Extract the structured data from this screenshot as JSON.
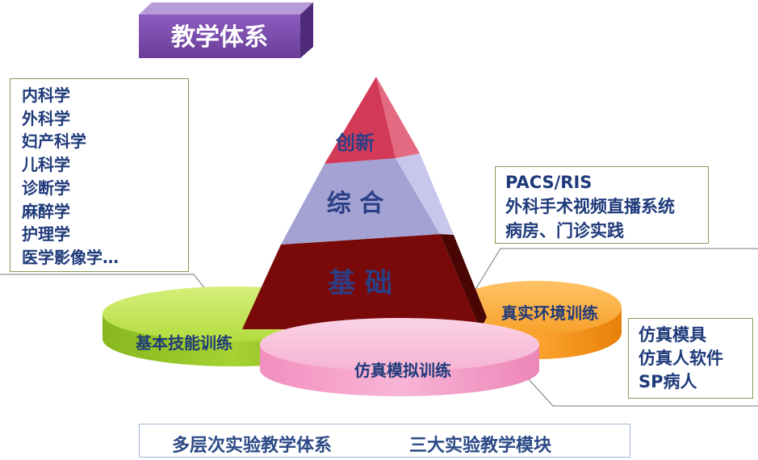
{
  "title": "教学体系",
  "pyramid": {
    "top": "创新",
    "middle": "综 合",
    "bottom": "基 础"
  },
  "modules": {
    "basic": "基本技能训练",
    "simulation": "仿真模拟训练",
    "real": "真实环境训练"
  },
  "courses": [
    "内科学",
    "外科学",
    "妇产科学",
    "儿科学",
    "诊断学",
    "麻醉学",
    "护理学",
    "医学影像学…"
  ],
  "real_items": [
    "PACS/RIS",
    "外科手术视频直播系统",
    "病房、门诊实践"
  ],
  "sim_items": [
    "仿真模具",
    "仿真人软件",
    "SP病人"
  ],
  "footer": {
    "left": "多层次实验教学体系",
    "right": "三大实验教学模块"
  },
  "colors": {
    "title_bar": "#7b4fa8",
    "pyramid_top": "#d23a57",
    "pyramid_middle": "#a2a0d4",
    "pyramid_bottom": "#7a0a0a",
    "basic_disc": "#aed839",
    "simulation_disc": "#f5a5c8",
    "real_disc": "#f89a1a",
    "text_blue": "#1f3a7a"
  }
}
